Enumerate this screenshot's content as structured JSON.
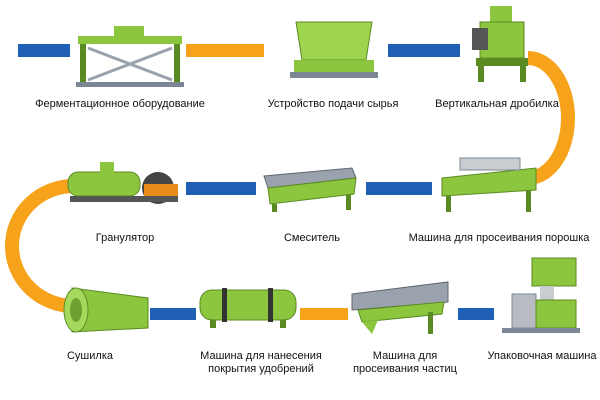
{
  "colors": {
    "blue_connector": "#1f5fb4",
    "orange_connector": "#f7a21b",
    "machine_green": "#8cc63f",
    "machine_dark": "#5a8a22",
    "steel": "#9aa3ad",
    "text": "#111111"
  },
  "steps": [
    {
      "label": "Ферментационное оборудование",
      "icon": "fermentation-machine-icon"
    },
    {
      "label": "Устройство подачи сырья",
      "icon": "hopper-feeder-icon"
    },
    {
      "label": "Вертикальная дробилка",
      "icon": "vertical-crusher-icon"
    },
    {
      "label": "Машина для просеивания порошка",
      "icon": "rotary-screen-icon"
    },
    {
      "label": "Смеситель",
      "icon": "horizontal-mixer-icon"
    },
    {
      "label": "Гранулятор",
      "icon": "granulator-icon"
    },
    {
      "label": "Сушилка",
      "icon": "rotary-dryer-icon"
    },
    {
      "label": "Машина для нанесения покрытия удобрений",
      "icon": "coating-drum-icon"
    },
    {
      "label": "Машина для просеивания частиц",
      "icon": "particle-screen-icon"
    },
    {
      "label": "Упаковочная машина",
      "icon": "packing-machine-icon"
    }
  ]
}
